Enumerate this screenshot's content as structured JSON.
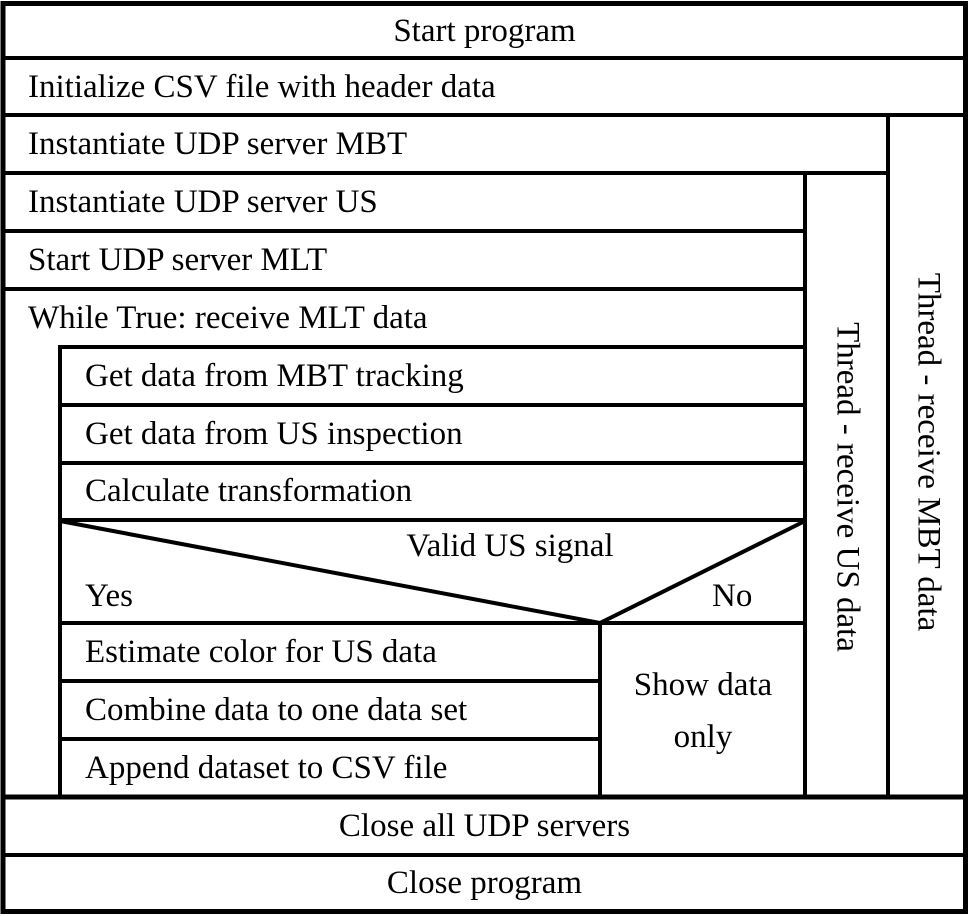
{
  "colors": {
    "line": "#000000",
    "background": "#ffffff",
    "text": "#000000"
  },
  "flowchart": {
    "steps": {
      "start_program": "Start program",
      "init_csv": "Initialize CSV file with header data",
      "instantiate_mbt": "Instantiate UDP server MBT",
      "instantiate_us": "Instantiate UDP server US",
      "start_mlt": "Start UDP server MLT",
      "while_loop": "While True: receive MLT data",
      "get_mbt": "Get data from MBT tracking",
      "get_us": "Get data from US inspection",
      "calc_transform": "Calculate transformation",
      "estimate_color": "Estimate color for US data",
      "combine_data": "Combine data to one data set",
      "append_csv": "Append dataset to CSV file",
      "close_servers": "Close all UDP servers",
      "close_program": "Close program"
    },
    "decision": {
      "condition": "Valid US signal",
      "yes_label": "Yes",
      "no_label": "No",
      "no_branch": "Show data only"
    },
    "threads": {
      "us": "Thread - receive US data",
      "mbt": "Thread - receive MBT data"
    }
  }
}
